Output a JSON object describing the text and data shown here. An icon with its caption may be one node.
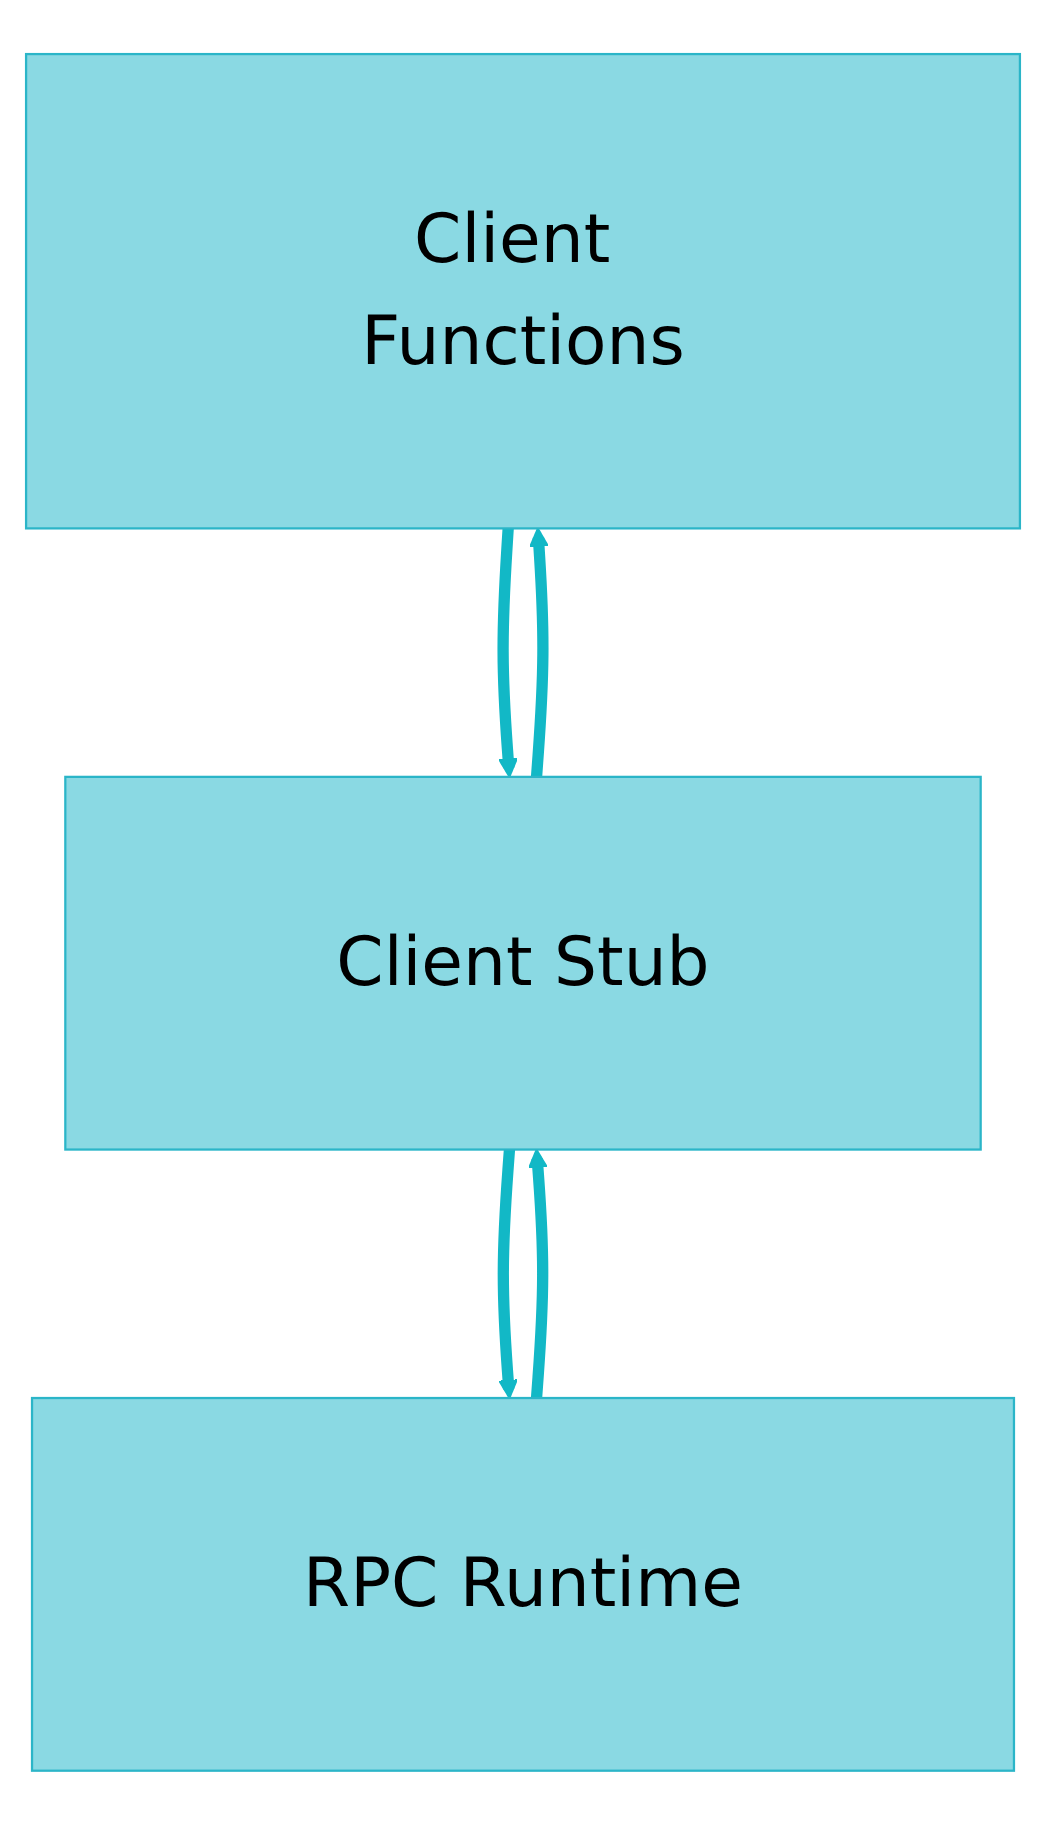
{
  "diagram": {
    "nodes": [
      {
        "text": [
          "Client Functions"
        ]
      },
      {
        "text": [
          "Client Stub"
        ]
      },
      {
        "text": [
          "RPC Runtime"
        ]
      }
    ],
    "edges": [
      {
        "from": 0,
        "to": 1,
        "arrow": "to"
      },
      {
        "from": 1,
        "to": 0,
        "arrow": "to"
      },
      {
        "from": 1,
        "to": 2,
        "arrow": "to"
      },
      {
        "from": 2,
        "to": 1,
        "arrow": "to"
      }
    ]
  }
}
